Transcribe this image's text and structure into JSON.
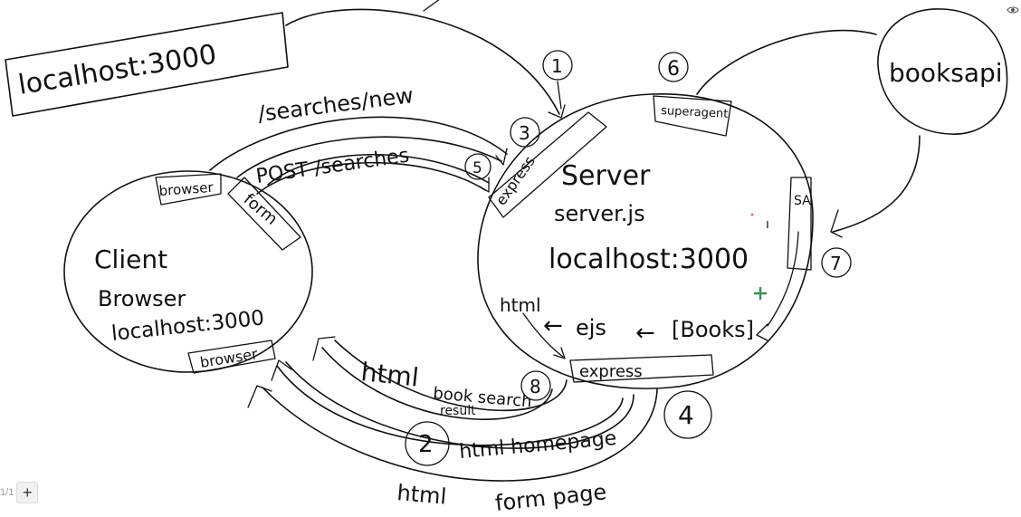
{
  "labels": {
    "top_box": "localhost:3000",
    "api_circle": "booksapi",
    "path_new": "/searches/new",
    "path_post": "POST /searches",
    "client_title": "Client",
    "client_sub": "Browser",
    "client_host": "localhost:3000",
    "browser_tab_top": "browser",
    "form_tab": "form",
    "browser_tab_bottom": "browser",
    "server_title": "Server",
    "server_file": "server.js",
    "server_host": "localhost:3000",
    "express_tab_left": "express",
    "superagent_tab": "superagent",
    "sa_tab": "SA",
    "express_tab_bottom": "express",
    "html_inner": "html",
    "ejs": "ejs",
    "books": "[Books]",
    "arrow_left_1": "←",
    "arrow_left_2": "←",
    "html_result": "html",
    "book_search": "book search",
    "result": "result",
    "html_home": "html homepage",
    "html_form_1": "html",
    "html_form_2": "form page"
  },
  "steps": [
    "1",
    "2",
    "3",
    "4",
    "5",
    "6",
    "7",
    "8"
  ],
  "footer": {
    "page_indicator": "1/1",
    "add_page_label": "+"
  }
}
